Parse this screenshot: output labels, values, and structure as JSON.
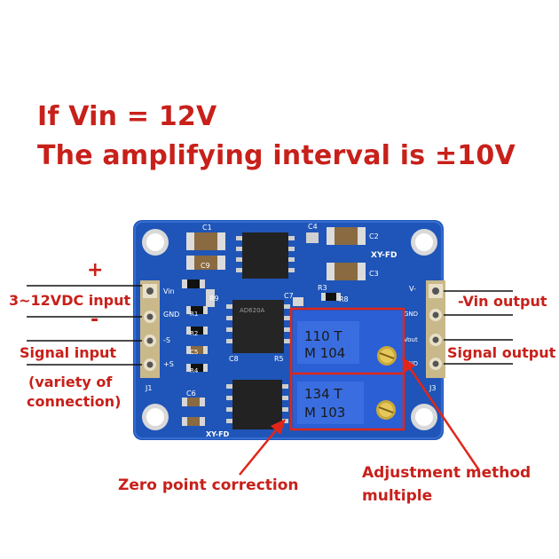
{
  "headline": {
    "line1": "If Vin = 12V",
    "line2": "The amplifying interval is ±10V"
  },
  "left_labels": {
    "plus_sign": "+",
    "power": "3~12VDC input",
    "minus_sign": "-",
    "signal": "Signal input",
    "variety_line1": "(variety of",
    "variety_line2": "connection)"
  },
  "right_labels": {
    "vin_output": "-Vin output",
    "signal_output": "Signal output"
  },
  "bottom_labels": {
    "zero": "Zero point correction",
    "adjust_line1": "Adjustment method",
    "adjust_line2": "multiple"
  },
  "board": {
    "model": "XY-FD",
    "model_bottom": "XY-FD",
    "left_pins": [
      "Vin",
      "GND",
      "-S",
      "+S"
    ],
    "right_pins": [
      "V-",
      "GND",
      "Vout",
      "GND"
    ],
    "j1": "J1",
    "j3": "J3",
    "pot1_line1": "110 T",
    "pot1_line2": "M 104",
    "pot2_line1": "134 T",
    "pot2_line2": "M 103",
    "chip_label": "AD620A",
    "refs": [
      "C1",
      "C2",
      "C3",
      "C4",
      "C5",
      "C6",
      "C7",
      "C8",
      "C9",
      "R1",
      "R2",
      "R3",
      "R4",
      "R5",
      "R8",
      "R9"
    ]
  },
  "colors": {
    "label_red": "#c8201a",
    "pcb_blue": "#1f55b8",
    "pot_blue": "#2a5fd6",
    "highlight_red": "#e0261a"
  }
}
